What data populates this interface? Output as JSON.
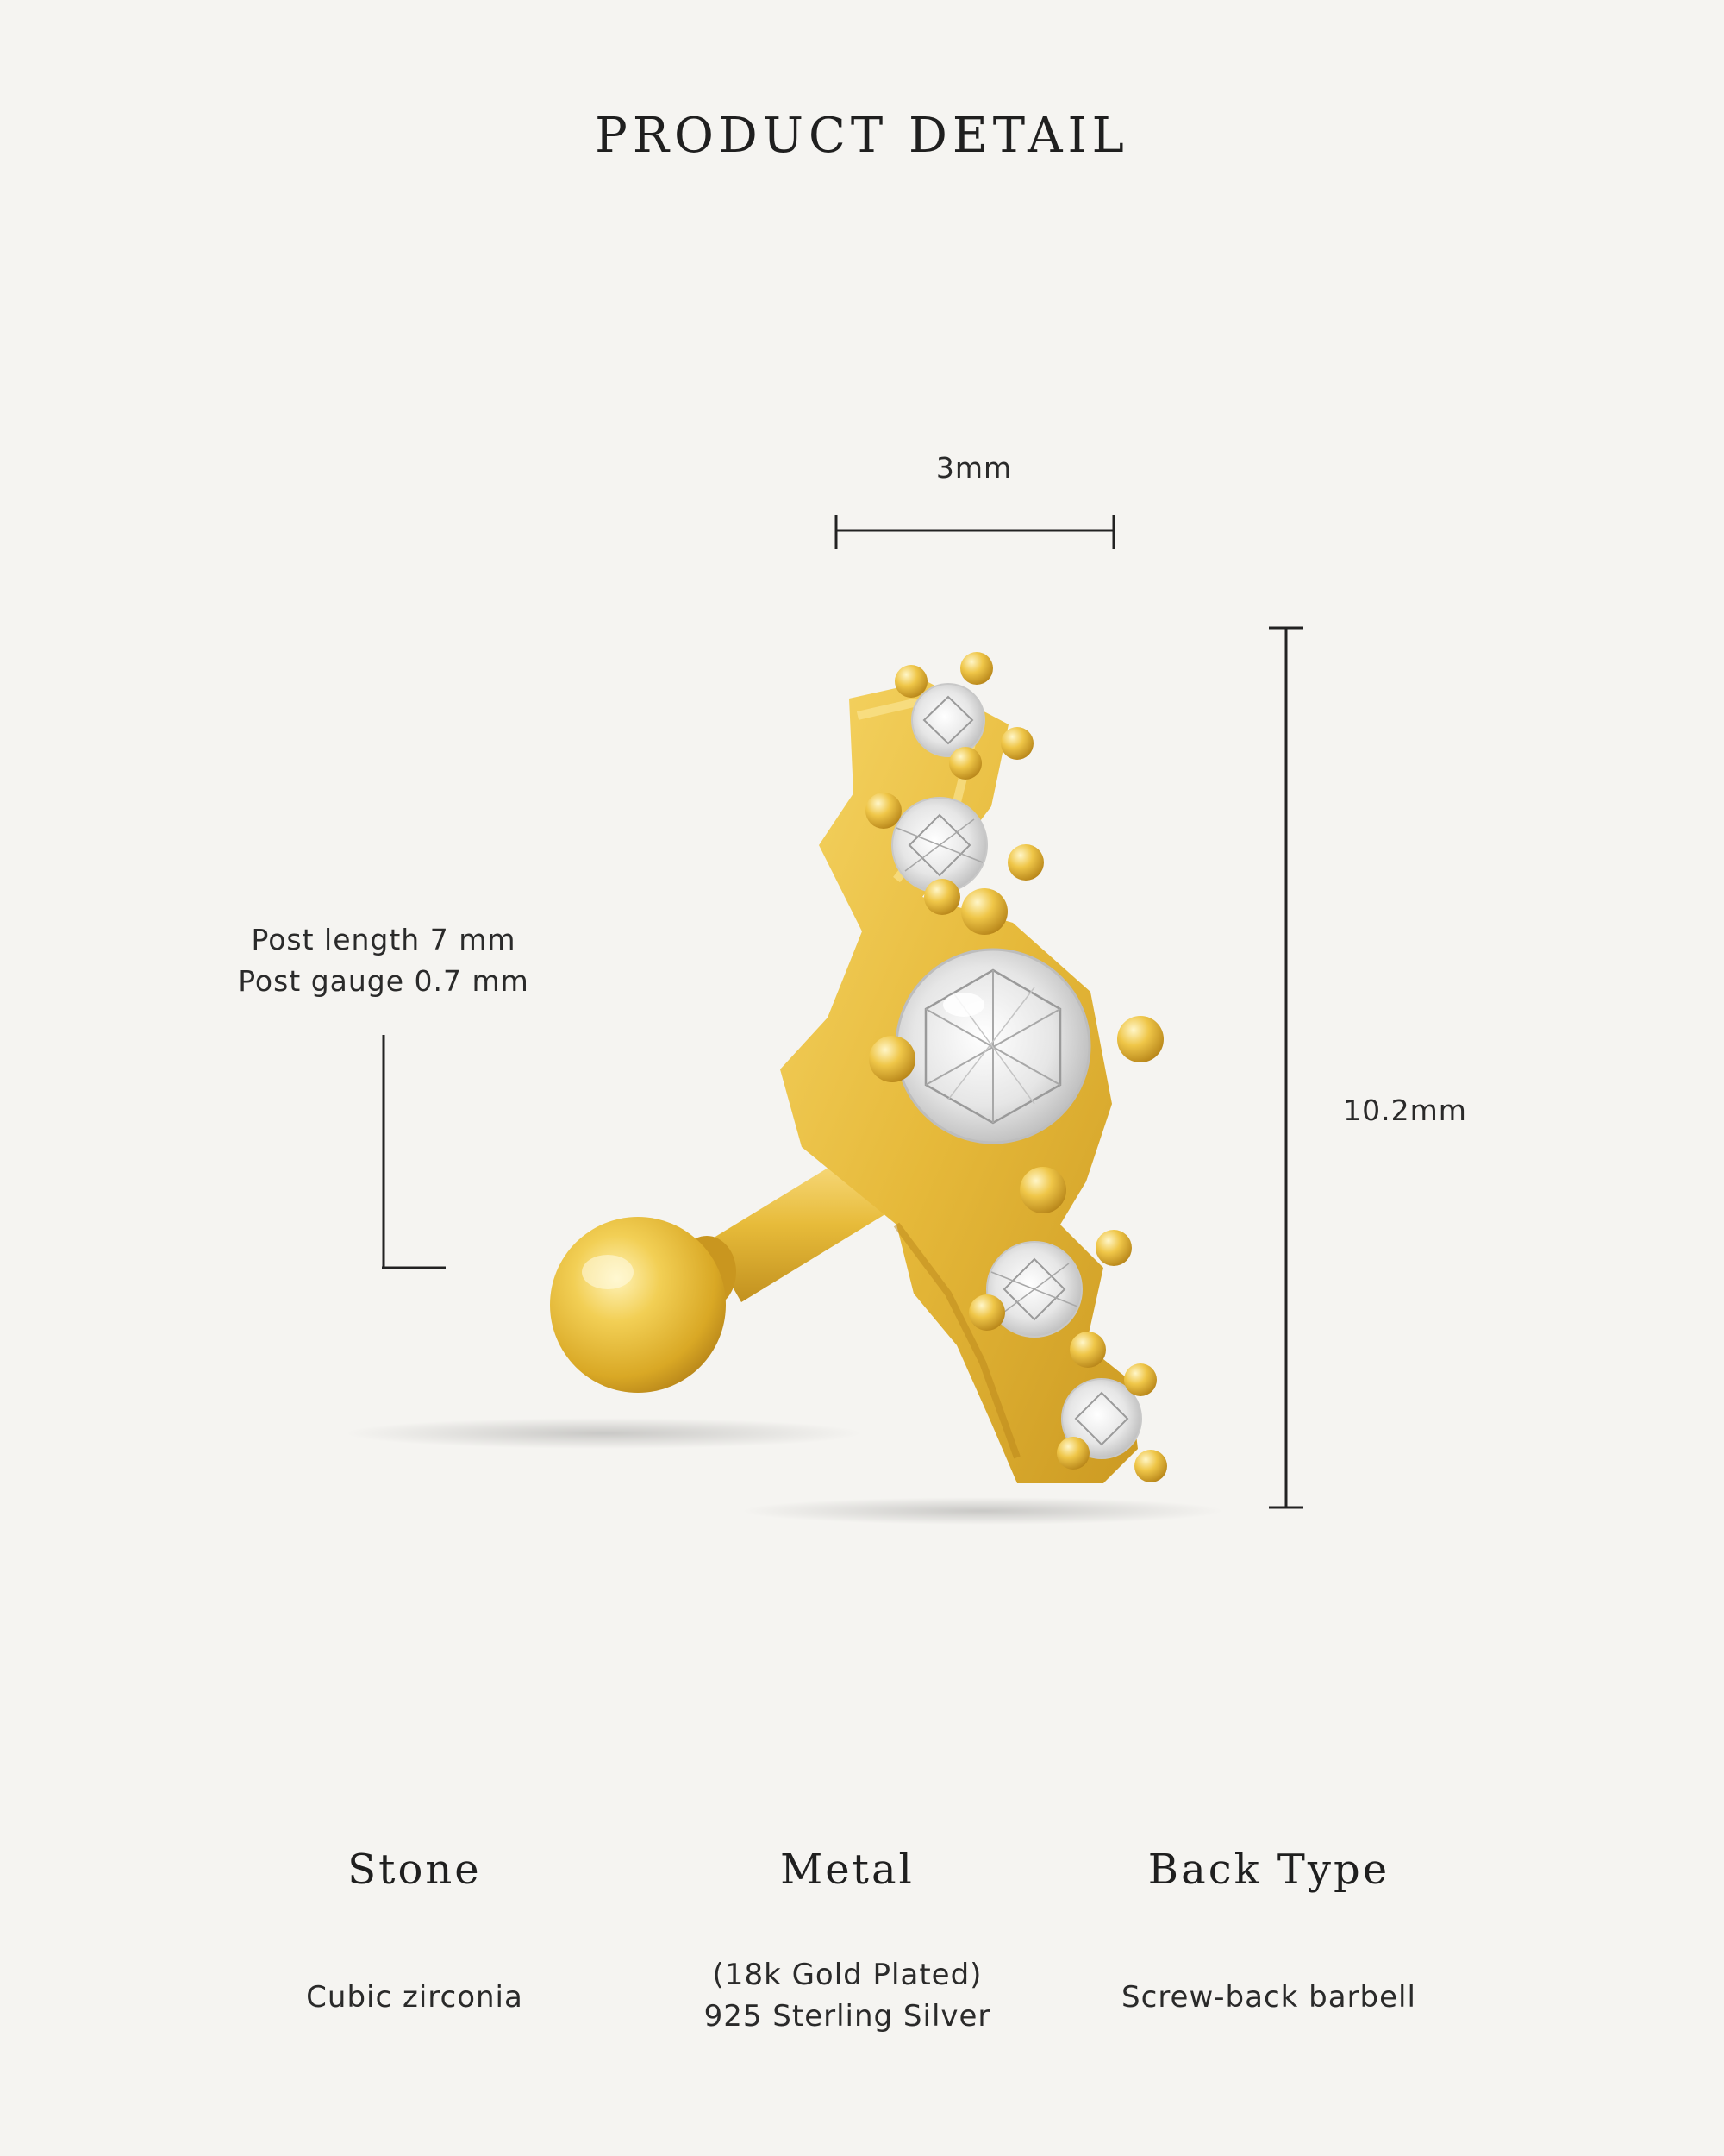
{
  "header": {
    "title": "PRODUCT DETAIL"
  },
  "dimensions": {
    "width_label": "3mm",
    "height_label": "10.2mm",
    "post_length": "Post length 7 mm",
    "post_gauge": "Post gauge 0.7 mm"
  },
  "specs": [
    {
      "heading": "Stone",
      "value_lines": [
        "Cubic zirconia"
      ]
    },
    {
      "heading": "Metal",
      "value_lines": [
        "(18k Gold Plated)",
        "925 Sterling Silver"
      ]
    },
    {
      "heading": "Back Type",
      "value_lines": [
        "Screw-back barbell"
      ]
    }
  ],
  "colors": {
    "background": "#f5f4f1",
    "gold": "#e8bf3c",
    "ink": "#222222"
  }
}
